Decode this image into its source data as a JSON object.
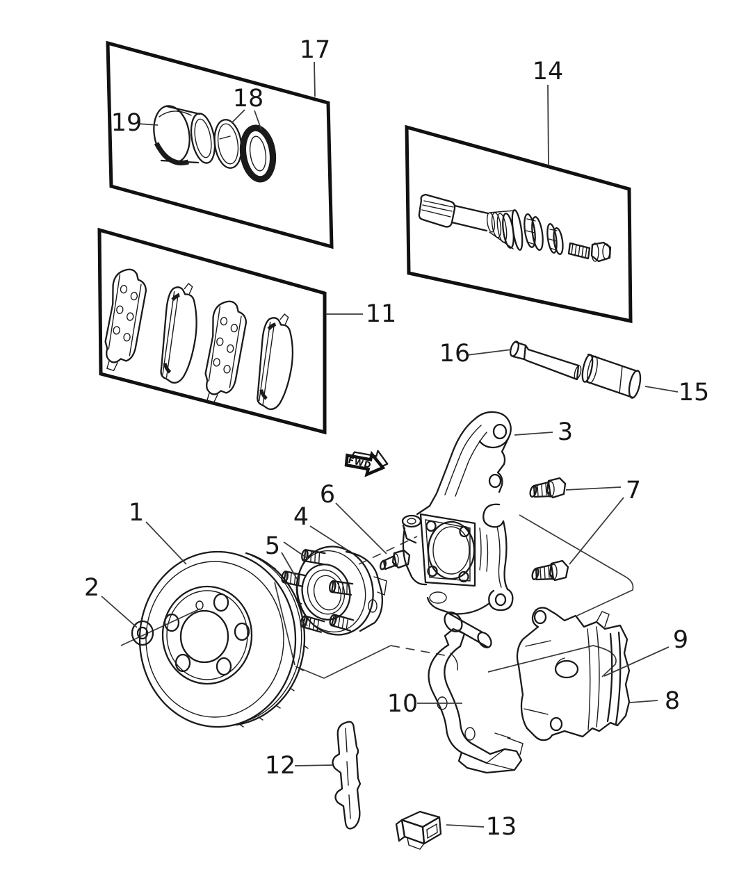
{
  "diagram": {
    "background_color": "#ffffff",
    "line_color": "#1a1a1a",
    "leader_color": "#3c3c3c",
    "fwd_arrow": {
      "label": "FWD"
    },
    "callouts": [
      {
        "number": "1"
      },
      {
        "number": "2"
      },
      {
        "number": "3"
      },
      {
        "number": "4"
      },
      {
        "number": "5"
      },
      {
        "number": "6"
      },
      {
        "number": "7"
      },
      {
        "number": "8"
      },
      {
        "number": "9"
      },
      {
        "number": "10"
      },
      {
        "number": "11"
      },
      {
        "number": "12"
      },
      {
        "number": "13"
      },
      {
        "number": "14"
      },
      {
        "number": "15"
      },
      {
        "number": "16"
      },
      {
        "number": "17"
      },
      {
        "number": "18"
      },
      {
        "number": "19"
      }
    ]
  }
}
